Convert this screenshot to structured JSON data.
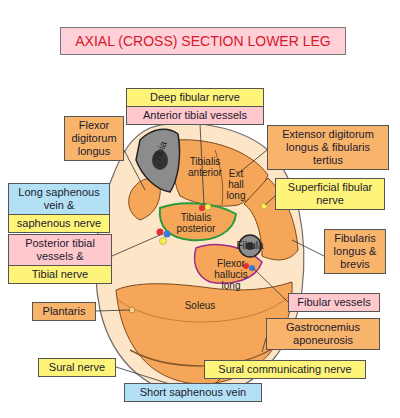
{
  "diagram": {
    "title": "AXIAL (CROSS) SECTION LOWER LEG",
    "nodes": [
      {
        "text": [
          "Deep fibular nerve",
          "Anterior tibial vessels"
        ]
      },
      {
        "text": [
          "Flexor digitorum longus"
        ]
      },
      {
        "text": [
          "Extensor digitorum longus & fibularis tertius"
        ]
      },
      {
        "text": [
          "Long saphenous vein &",
          "saphenous nerve"
        ]
      },
      {
        "text": [
          "Superficial fibular nerve"
        ]
      },
      {
        "text": [
          "Posterior tibial vessels &",
          "Tibial nerve"
        ]
      },
      {
        "text": [
          "Fibularis longus & brevis"
        ]
      },
      {
        "text": [
          "Fibular vessels"
        ]
      },
      {
        "text": [
          "Plantaris"
        ]
      },
      {
        "text": [
          "Gastrocnemius aponeurosis"
        ]
      },
      {
        "text": [
          "Sural nerve"
        ]
      },
      {
        "text": [
          "Sural communicating nerve"
        ]
      },
      {
        "text": [
          "Short saphenous vein"
        ]
      }
    ],
    "labels": [
      "Tibia",
      "Tibialis anterior",
      "Ext hall long",
      "Tibialis posterior",
      "Fibula",
      "Flexor hallucis long",
      "Soleus"
    ]
  }
}
